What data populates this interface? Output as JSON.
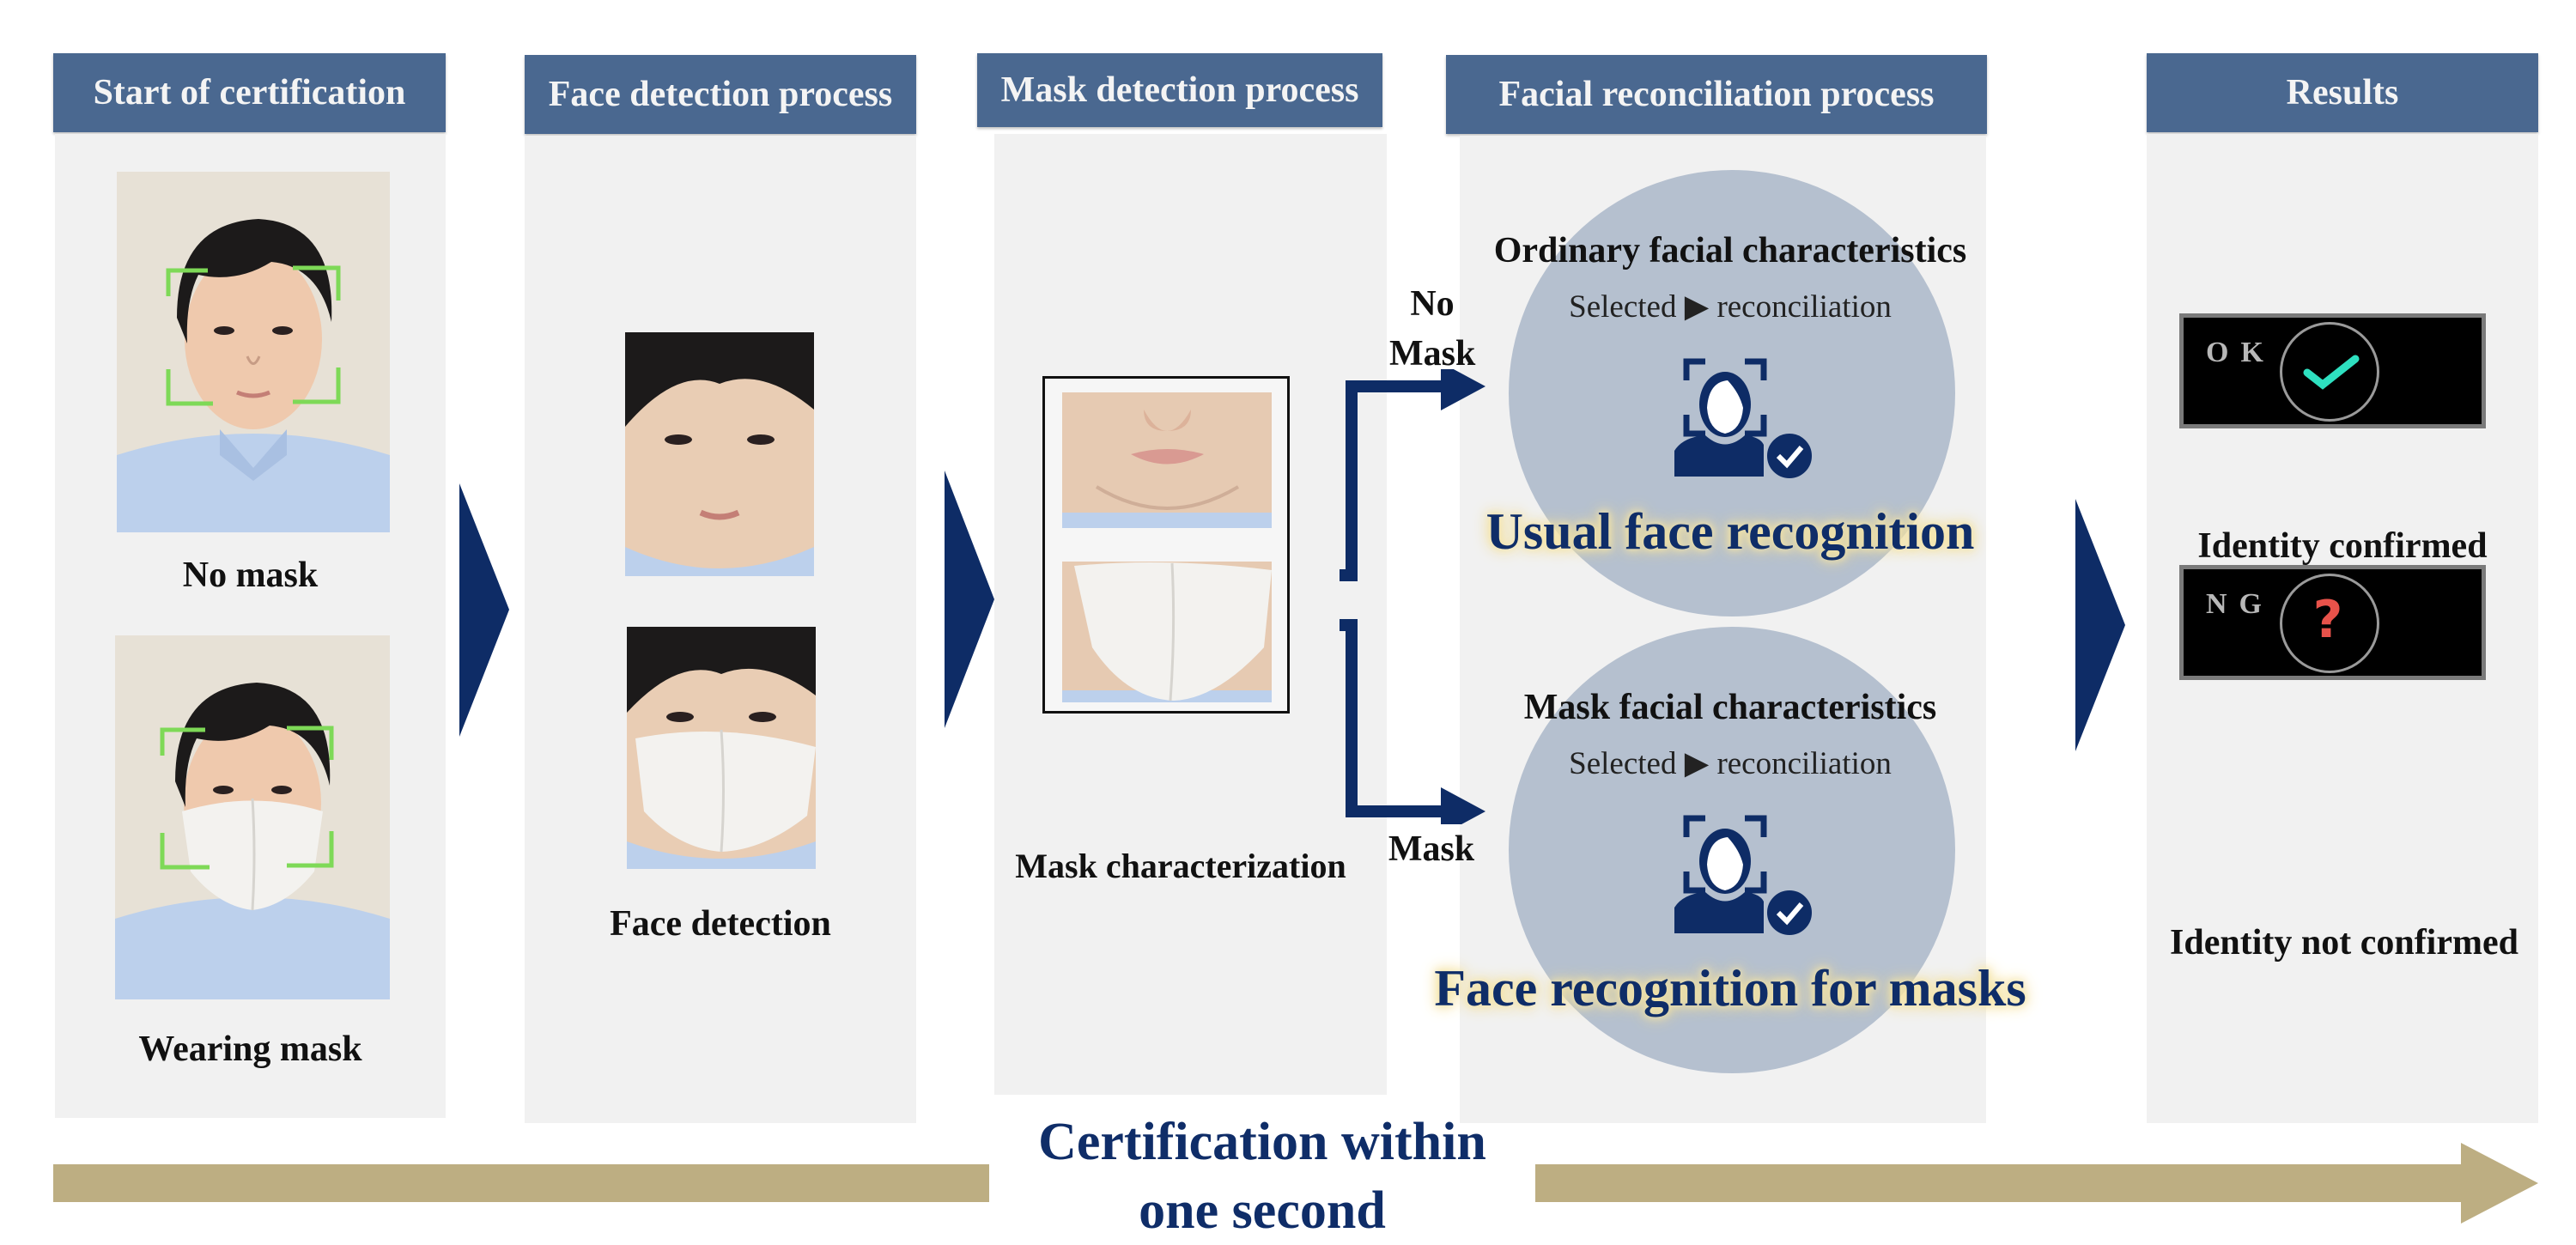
{
  "stages": [
    {
      "id": "start",
      "header": "Start of certification",
      "captions": [
        "No mask",
        "Wearing mask"
      ]
    },
    {
      "id": "face-detection",
      "header": "Face detection process",
      "captions": [
        "Face detection"
      ]
    },
    {
      "id": "mask-detection",
      "header": "Mask detection process",
      "captions": [
        "Mask characterization"
      ]
    },
    {
      "id": "reconciliation",
      "header": "Facial reconciliation process"
    },
    {
      "id": "results",
      "header": "Results"
    }
  ],
  "branches": {
    "no_mask": {
      "label_line1": "No",
      "label_line2": "Mask",
      "title": "Ordinary facial characteristics",
      "sub_left": "Selected",
      "sub_arrow": "▶",
      "sub_right": "reconciliation",
      "method": "Usual face recognition"
    },
    "mask": {
      "label": "Mask",
      "title": "Mask facial characteristics",
      "sub_left": "Selected",
      "sub_arrow": "▶",
      "sub_right": "reconciliation",
      "method": "Face recognition for masks"
    }
  },
  "results": {
    "ok": {
      "tag": "OK",
      "caption": "Identity confirmed",
      "icon": "check-icon",
      "color": "#2ee0c0"
    },
    "ng": {
      "tag": "NG",
      "caption": "Identity not confirmed",
      "icon": "question-icon",
      "color": "#e8524a"
    }
  },
  "timeline": {
    "line1": "Certification within",
    "line2": "one second"
  },
  "colors": {
    "header": "#4a6890",
    "navy": "#0f2d68",
    "panel": "#f1f1f1",
    "circle": "#b5c0cf",
    "timeline": "#bdae82",
    "face_frame": "#7ed957"
  }
}
